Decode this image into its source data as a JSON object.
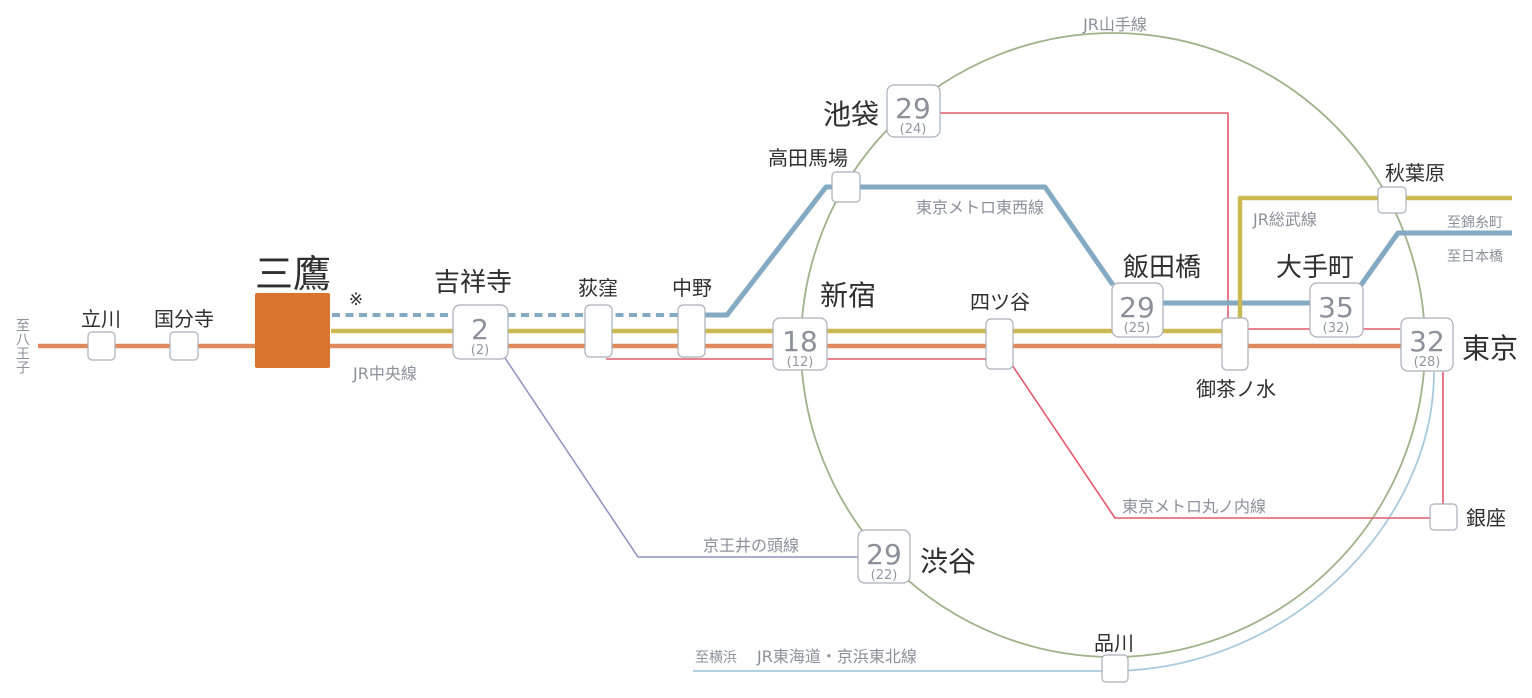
{
  "map": {
    "note_mark": "※",
    "colors": {
      "background": "#ffffff",
      "mitaka_fill": "#d9732e",
      "box_border": "#aab0ba",
      "station_text": "#2f2f2f",
      "muted_text": "#8b909a"
    },
    "lines": {
      "chuo": {
        "label": "JR中央線",
        "color": "#e08a5c"
      },
      "sobu": {
        "label": "JR総武線",
        "color": "#cdb952"
      },
      "tozai": {
        "label": "東京メトロ東西線",
        "color": "#83a9c3"
      },
      "yamanote": {
        "label": "JR山手線",
        "color": "#9fb289"
      },
      "marunouchi": {
        "label": "東京メトロ丸ノ内線",
        "color": "#e25a6c"
      },
      "keio_inokashira": {
        "label": "京王井の頭線",
        "color": "#8d92c0"
      },
      "tokaido_keihin": {
        "label": "JR東海道・京浜東北線",
        "color": "#a8cade"
      }
    },
    "directions": {
      "hachioji": {
        "label": "至八王子"
      },
      "kinshicho": {
        "label": "至錦糸町"
      },
      "nihombashi": {
        "label": "至日本橋"
      },
      "yokohama": {
        "label": "至横浜"
      }
    },
    "stations": {
      "tachikawa": {
        "label": "立川"
      },
      "kokubunji": {
        "label": "国分寺"
      },
      "mitaka": {
        "label": "三鷹"
      },
      "kichijoji": {
        "label": "吉祥寺",
        "minutes": "2",
        "minutes_note": "(2)"
      },
      "ogikubo": {
        "label": "荻窪"
      },
      "nakano": {
        "label": "中野"
      },
      "shinjuku": {
        "label": "新宿",
        "minutes": "18",
        "minutes_note": "(12)"
      },
      "yotsuya": {
        "label": "四ツ谷"
      },
      "takadanobaba": {
        "label": "高田馬場"
      },
      "ikebukuro": {
        "label": "池袋",
        "minutes": "29",
        "minutes_note": "(24)"
      },
      "iidabashi": {
        "label": "飯田橋",
        "minutes": "29",
        "minutes_note": "(25)"
      },
      "ochanomizu": {
        "label": "御茶ノ水"
      },
      "otemachi": {
        "label": "大手町",
        "minutes": "35",
        "minutes_note": "(32)"
      },
      "akihabara": {
        "label": "秋葉原"
      },
      "tokyo": {
        "label": "東京",
        "minutes": "32",
        "minutes_note": "(28)"
      },
      "ginza": {
        "label": "銀座"
      },
      "shibuya": {
        "label": "渋谷",
        "minutes": "29",
        "minutes_note": "(22)"
      },
      "shinagawa": {
        "label": "品川"
      }
    }
  }
}
